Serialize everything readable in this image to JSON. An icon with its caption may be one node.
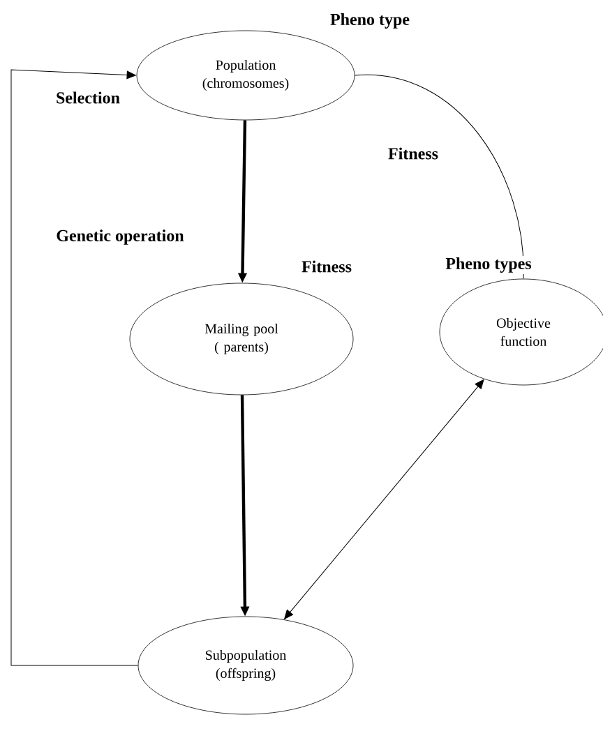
{
  "diagram": {
    "nodes": [
      {
        "text": [
          "Population (chromosomes)"
        ]
      },
      {
        "text": [
          "Mailing pool ( parents)"
        ]
      },
      {
        "text": [
          "Objective function"
        ]
      },
      {
        "text": [
          "Subpopulation (offspring)"
        ]
      }
    ],
    "edges": [
      {
        "from": 0,
        "to": 1,
        "arrow": "to",
        "style": "thick"
      },
      {
        "from": 1,
        "to": 3,
        "arrow": "to",
        "style": "thick"
      },
      {
        "from": 3,
        "to": 0,
        "arrow": "to"
      },
      {
        "from": 2,
        "to": 3,
        "arrow": "both"
      },
      {
        "from": 0,
        "to": 2,
        "arrow": "none"
      }
    ],
    "labels": [
      "Pheno type",
      "Selection",
      "Fitness",
      "Genetic operation",
      "Fitness",
      "Pheno types"
    ]
  }
}
